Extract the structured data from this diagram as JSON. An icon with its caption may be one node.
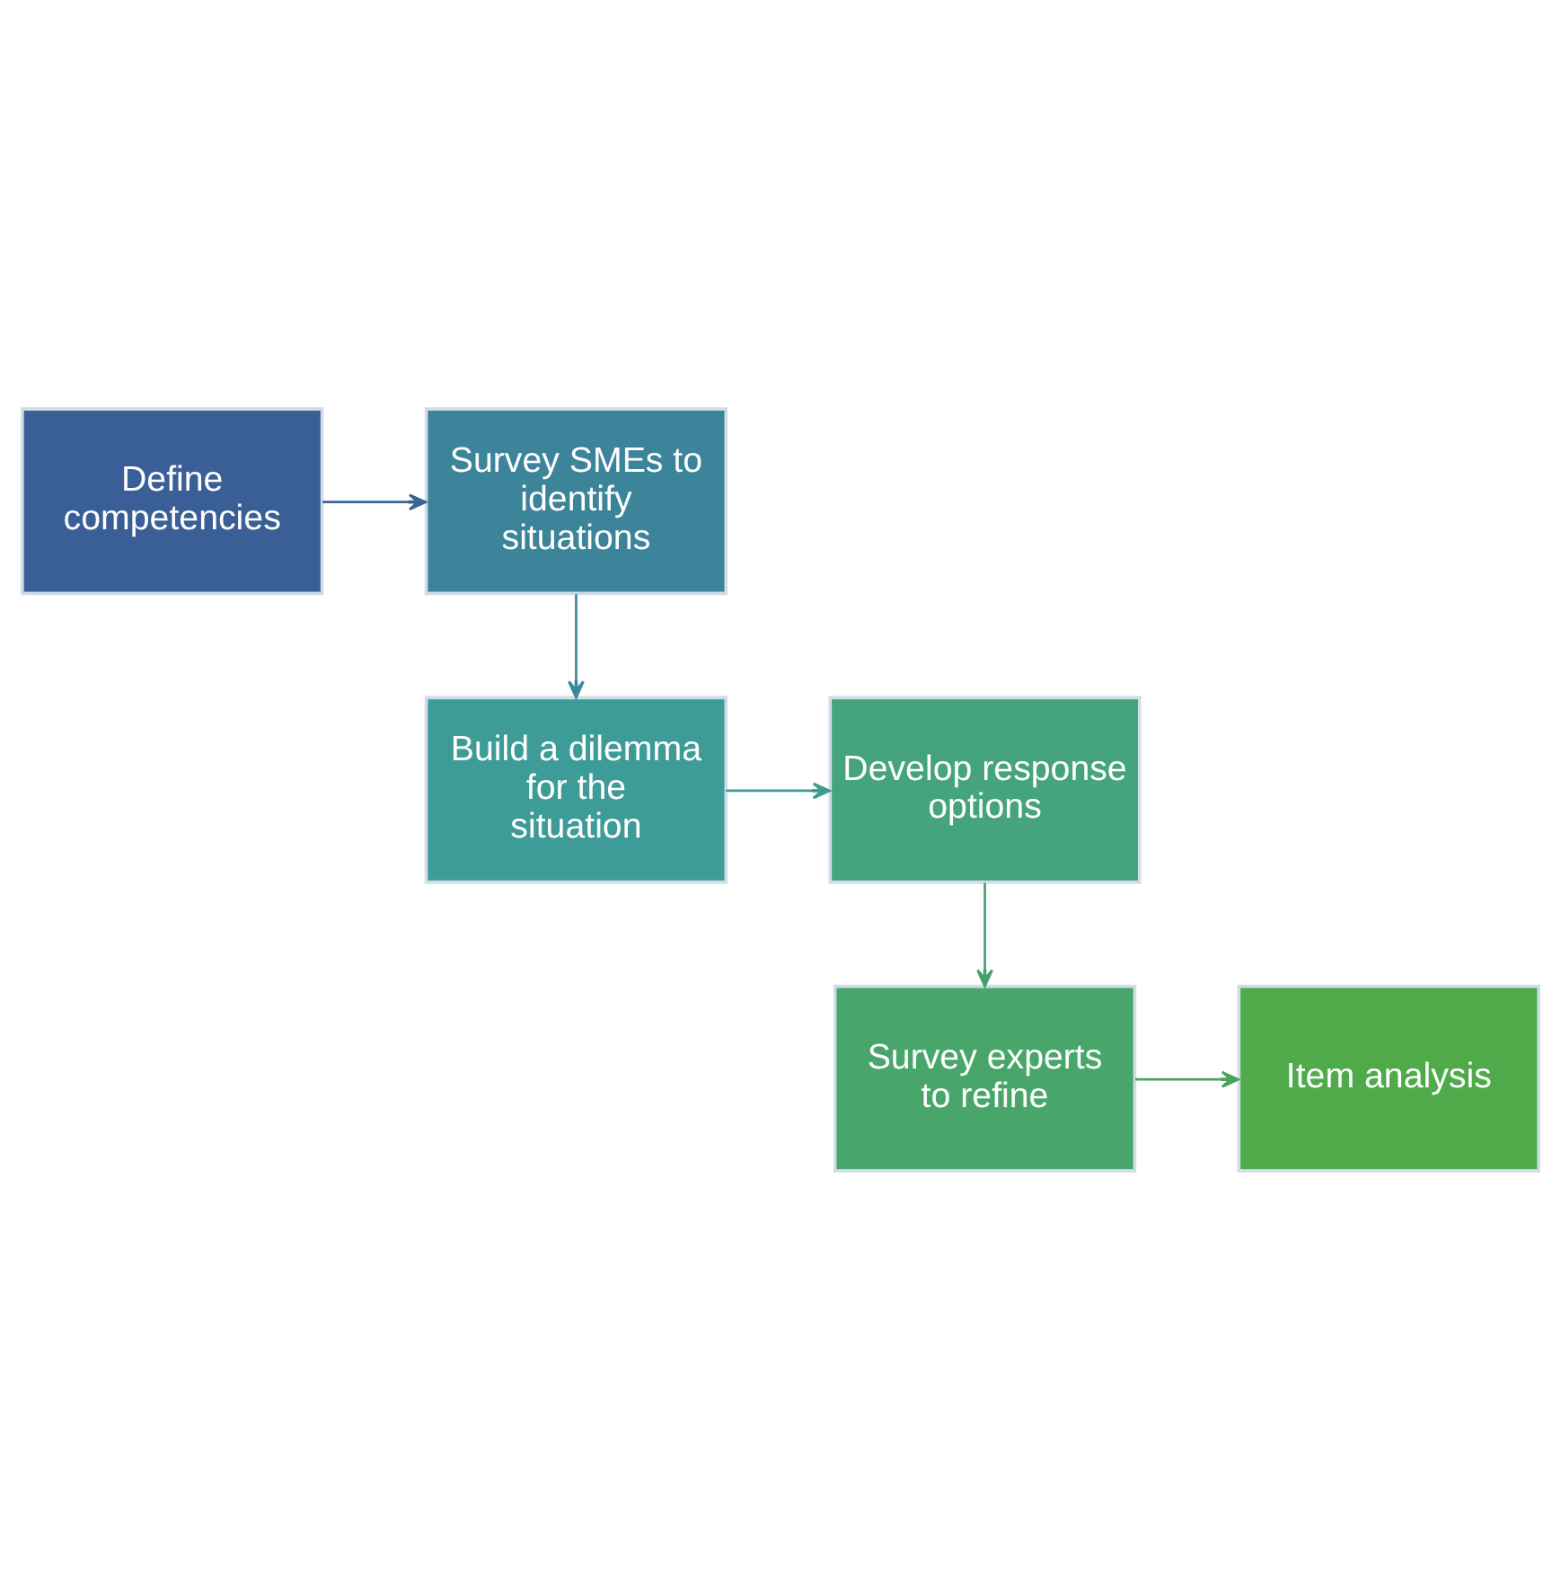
{
  "diagram": {
    "nodes": [
      {
        "text": [
          "Define competencies"
        ]
      },
      {
        "text": [
          "Survey SMEs to identify situations"
        ]
      },
      {
        "text": [
          "Build a dilemma for the situation"
        ]
      },
      {
        "text": [
          "Develop response options"
        ]
      },
      {
        "text": [
          "Survey experts to refine"
        ]
      },
      {
        "text": [
          "Item analysis"
        ]
      }
    ],
    "edges": [
      {
        "from": 0,
        "to": 1,
        "arrow": "to",
        "color": "#3b6496"
      },
      {
        "from": 1,
        "to": 2,
        "arrow": "to",
        "color": "#3a8a99"
      },
      {
        "from": 2,
        "to": 3,
        "arrow": "to",
        "color": "#3d9c92"
      },
      {
        "from": 3,
        "to": 4,
        "arrow": "to",
        "color": "#44a070"
      },
      {
        "from": 4,
        "to": 5,
        "arrow": "to",
        "color": "#4aa35a"
      }
    ]
  }
}
